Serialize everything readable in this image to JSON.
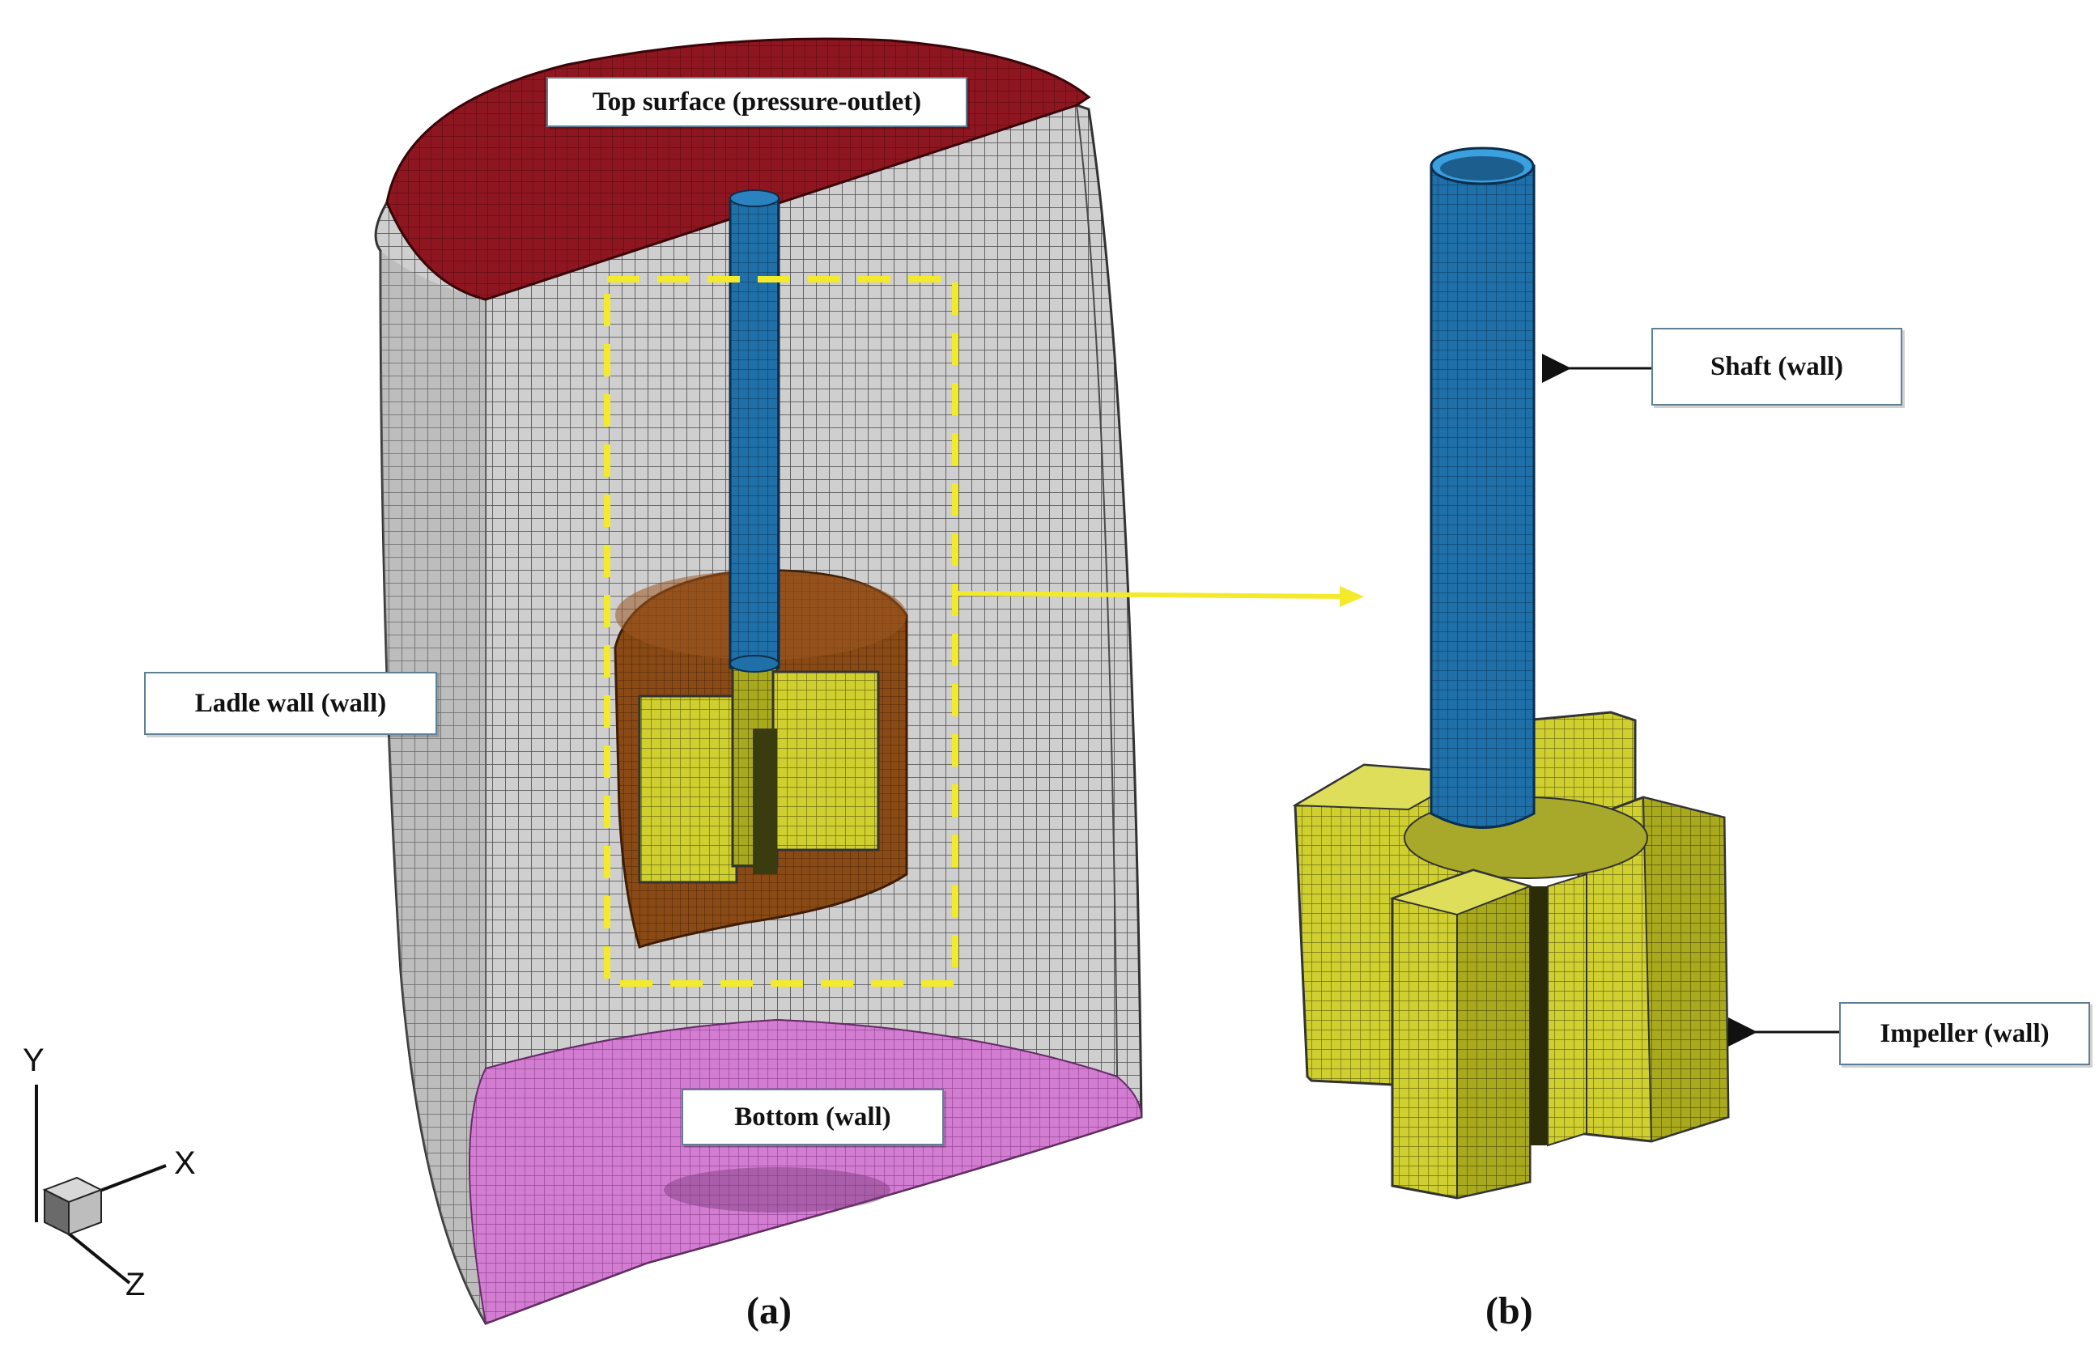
{
  "labels": {
    "top_surface": "Top surface (pressure-outlet)",
    "ladle_wall": "Ladle wall (wall)",
    "bottom": "Bottom (wall)",
    "shaft": "Shaft (wall)",
    "impeller": "Impeller (wall)"
  },
  "captions": {
    "a": "(a)",
    "b": "(b)"
  },
  "axes": {
    "y": "Y",
    "x": "X",
    "z": "Z"
  },
  "colors": {
    "top_surface": "#8e1620",
    "ladle_wall": "#c9c9c9",
    "bottom": "#cf76cf",
    "shaft": "#1f6fa8",
    "impeller": "#cfcf30",
    "rotating_zone": "#8a4a16",
    "highlight": "#f2ea2a"
  }
}
